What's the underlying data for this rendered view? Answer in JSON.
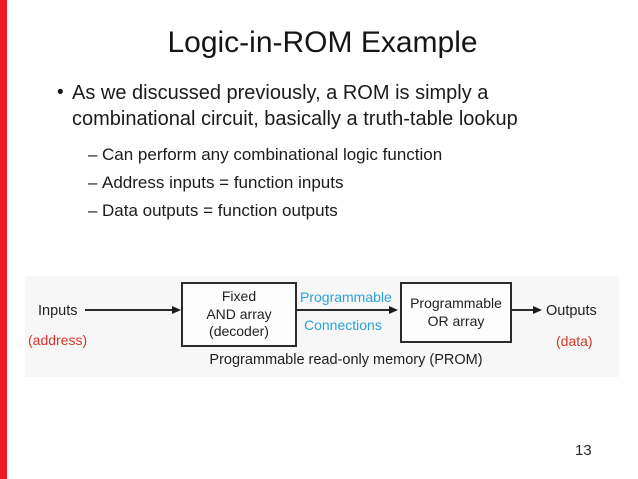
{
  "slide": {
    "title": "Logic-in-ROM Example",
    "page_number": "13"
  },
  "bullets": {
    "marker": "•",
    "main_text": "As we discussed previously, a ROM is simply a combinational circuit, basically a truth-table lookup",
    "sub_marker": "–",
    "sub_items": [
      "Can perform any combinational logic function",
      "Address inputs = function inputs",
      "Data outputs = function outputs"
    ]
  },
  "diagram": {
    "input_label": "Inputs",
    "input_sublabel": "(address)",
    "and_array_box": {
      "line1": "Fixed",
      "line2": "AND array",
      "line3": "(decoder)"
    },
    "connections_label": {
      "line1": "Programmable",
      "line2": "Connections"
    },
    "or_array_box": {
      "line1": "Programmable",
      "line2": "OR array"
    },
    "output_label": "Outputs",
    "output_sublabel": "(data)",
    "caption": "Programmable read-only memory (PROM)"
  },
  "colors": {
    "sidebar_red": "#EC1C24",
    "label_red": "#D5342A",
    "connection_blue": "#2BA3D7",
    "text_black": "#1C1C1C"
  }
}
